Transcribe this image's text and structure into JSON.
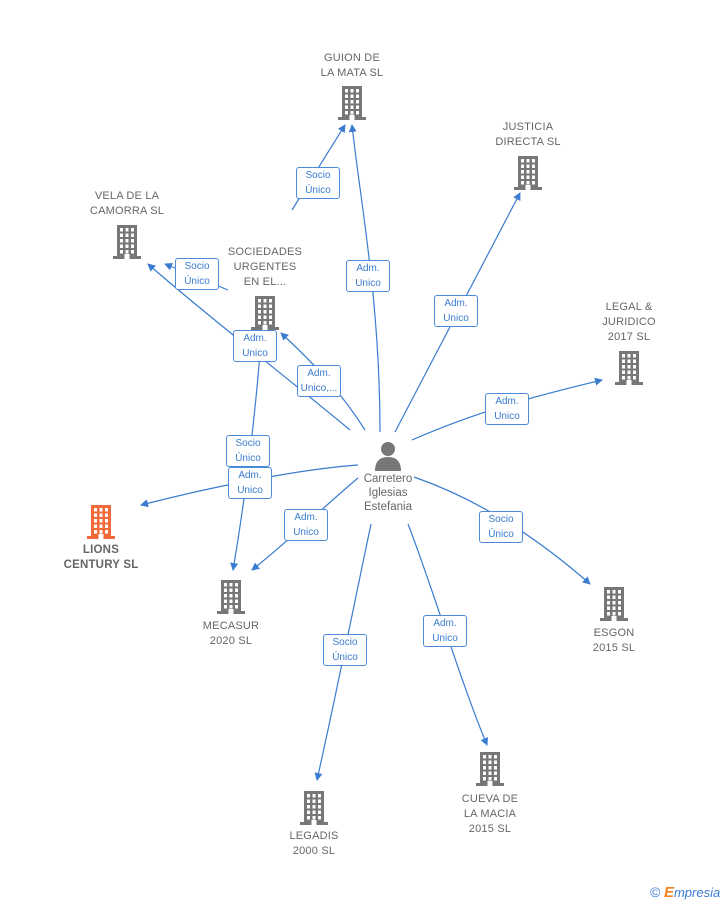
{
  "center": {
    "name": "Carretero\nIglesias\nEstefania",
    "icon": "person-icon"
  },
  "companies": [
    {
      "id": "guion",
      "name": "GUION DE\nLA MATA  SL",
      "highlight": false
    },
    {
      "id": "justicia",
      "name": "JUSTICIA\nDIRECTA  SL",
      "highlight": false
    },
    {
      "id": "vela",
      "name": "VELA DE LA\nCAMORRA  SL",
      "highlight": false
    },
    {
      "id": "sociedades",
      "name": "SOCIEDADES\nURGENTES\nEN EL...",
      "highlight": false
    },
    {
      "id": "legal",
      "name": "LEGAL &\nJURIDICO\n2017  SL",
      "highlight": false
    },
    {
      "id": "lions",
      "name": "LIONS\nCENTURY  SL",
      "highlight": true
    },
    {
      "id": "mecasur",
      "name": "MECASUR\n2020  SL",
      "highlight": false
    },
    {
      "id": "esgon",
      "name": "ESGON\n2015  SL",
      "highlight": false
    },
    {
      "id": "legadis",
      "name": "LEGADIS\n2000  SL",
      "highlight": false
    },
    {
      "id": "cueva",
      "name": "CUEVA DE\nLA MACIA\n2015  SL",
      "highlight": false
    }
  ],
  "edges": [
    {
      "to": "guion",
      "label": "Socio\nÚnico"
    },
    {
      "to": "guion",
      "label": "Adm.\nUnico"
    },
    {
      "to": "justicia",
      "label": "Adm.\nUnico"
    },
    {
      "to": "vela",
      "label": "Socio\nÚnico"
    },
    {
      "to": "vela",
      "label": "Adm.\nUnico"
    },
    {
      "to": "sociedades",
      "label": "Adm.\nUnico,..."
    },
    {
      "to": "legal",
      "label": "Adm.\nUnico"
    },
    {
      "to": "mecasur",
      "label": "Socio\nÚnico"
    },
    {
      "to": "lions",
      "label": "Adm.\nUnico"
    },
    {
      "to": "mecasur",
      "label": "Adm.\nUnico"
    },
    {
      "to": "esgon",
      "label": "Socio\nÚnico"
    },
    {
      "to": "cueva",
      "label": "Adm.\nUnico"
    },
    {
      "to": "legadis",
      "label": "Socio\nÚnico"
    }
  ],
  "colors": {
    "building": "#777777",
    "highlight": "#f26a3a",
    "edge": "#3a7cd0",
    "person": "#777777"
  },
  "brand": {
    "symbol": "©",
    "first": "E",
    "rest": "mpresia"
  }
}
